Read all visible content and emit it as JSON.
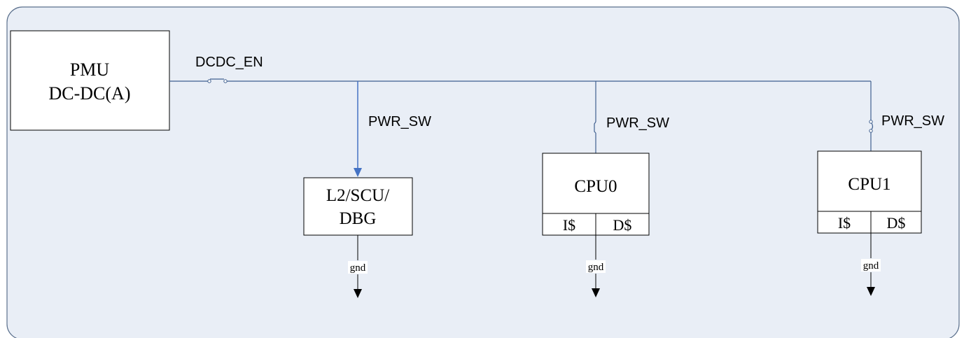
{
  "colors": {
    "panel_fill": "#e9eef6",
    "panel_stroke": "#5a6f8c",
    "wire": "#3f5f8f",
    "arrow_blue": "#4472c4",
    "text": "#000000"
  },
  "pmu": {
    "line1": "PMU",
    "line2": "DC-DC(A)"
  },
  "switch_label": "DCDC_EN",
  "l2": {
    "switch_label": "PWR_SW",
    "line1": "L2/SCU/",
    "line2": "DBG",
    "gnd": "gnd"
  },
  "cpu0": {
    "switch_label": "PWR_SW",
    "name": "CPU0",
    "icache": "I$",
    "dcache": "D$",
    "gnd": "gnd"
  },
  "cpu1": {
    "switch_label": "PWR_SW",
    "name": "CPU1",
    "icache": "I$",
    "dcache": "D$",
    "gnd": "gnd"
  }
}
